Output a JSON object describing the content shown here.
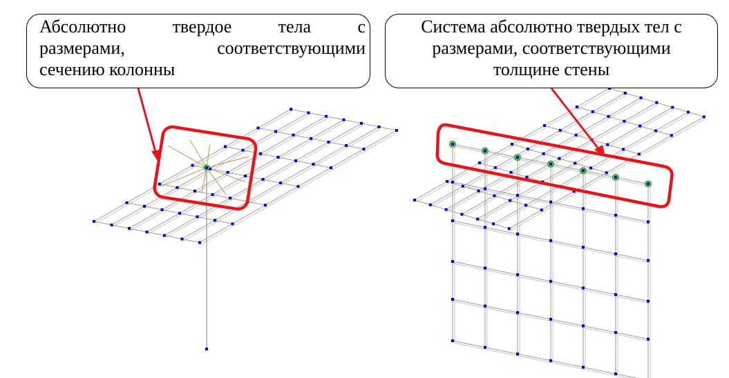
{
  "callouts": {
    "left": {
      "lines": [
        "Абсолютно твердое тела с",
        "размерами, соответствующими",
        "сечению колонны"
      ]
    },
    "right": {
      "lines": [
        "Система абсолютно твердых тел с",
        "размерами, соответствующими",
        "толщине стены"
      ]
    }
  },
  "colors": {
    "mesh_line": "#9a9a9a",
    "node": "#0000cc",
    "highlight": "#e8141a",
    "rigid_body": "#c8a070",
    "master_node": "#55cc55",
    "text": "#000000"
  }
}
